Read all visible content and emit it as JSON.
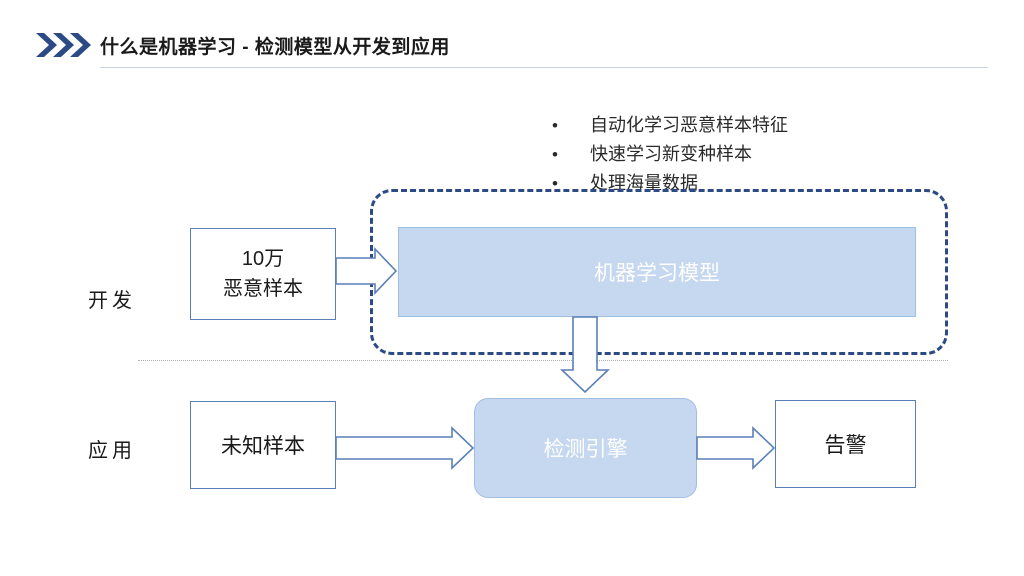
{
  "header": {
    "title": "什么是机器学习 - 检测模型从开发到应用",
    "chevron_icon": "double-chevron-right-icon"
  },
  "bullets": {
    "marker": "•",
    "items": [
      "自动化学习恶意样本特征",
      "快速学习新变种样本",
      "处理海量数据"
    ]
  },
  "rows": {
    "development_label": "开发",
    "application_label": "应用"
  },
  "nodes": {
    "training_samples_line1": "10万",
    "training_samples_line2": "恶意样本",
    "ml_model": "机器学习模型",
    "unknown_sample": "未知样本",
    "detection_engine": "检测引擎",
    "alert": "告警"
  },
  "colors": {
    "accent_dark_blue": "#2b4a86",
    "box_fill_blue": "#c5d8ef",
    "box_border_blue": "#5b7fb8",
    "arrow_blue": "#5b7fb8",
    "header_rule": "#c8d4e4",
    "separator": "#b0b0b0"
  }
}
